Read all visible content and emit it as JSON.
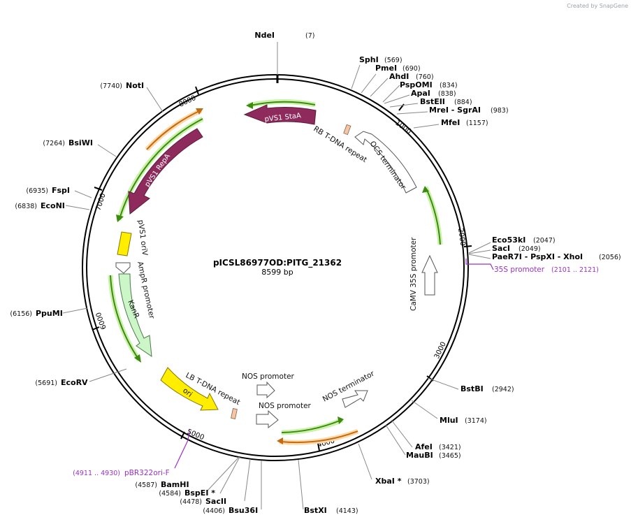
{
  "credit": "Created by SnapGene",
  "plasmid": {
    "name": "pICSL86977OD:PITG_21362",
    "length_label": "8599 bp"
  },
  "ticks": [
    "1000",
    "2000",
    "3000",
    "4000",
    "5000",
    "6000",
    "7000",
    "8000"
  ],
  "sites": [
    {
      "name": "NdeI",
      "pos": "(7)"
    },
    {
      "name": "SphI",
      "pos": "(569)"
    },
    {
      "name": "PmeI",
      "pos": "(690)"
    },
    {
      "name": "AhdI",
      "pos": "(760)"
    },
    {
      "name": "PspOMI",
      "pos": "(834)"
    },
    {
      "name": "ApaI",
      "pos": "(838)"
    },
    {
      "name": "BstEII",
      "pos": "(884)"
    },
    {
      "name": "MreI - SgrAI",
      "pos": "(983)"
    },
    {
      "name": "MfeI",
      "pos": "(1157)"
    },
    {
      "name": "Eco53kI",
      "pos": "(2047)"
    },
    {
      "name": "SacI",
      "pos": "(2049)"
    },
    {
      "name": "PaeR7I - PspXI - XhoI",
      "pos": "(2056)"
    },
    {
      "name": "BstBI",
      "pos": "(2942)"
    },
    {
      "name": "MluI",
      "pos": "(3174)"
    },
    {
      "name": "AfeI",
      "pos": "(3421)"
    },
    {
      "name": "MauBI",
      "pos": "(3465)"
    },
    {
      "name": "XbaI *",
      "pos": "(3703)"
    },
    {
      "name": "BstXI",
      "pos": "(4143)"
    },
    {
      "name": "Bsu36I",
      "pos": "(4406)"
    },
    {
      "name": "SacII",
      "pos": "(4478)"
    },
    {
      "name": "BspEI *",
      "pos": "(4584)"
    },
    {
      "name": "BamHI",
      "pos": "(4587)"
    },
    {
      "name": "EcoRV",
      "pos": "(5691)"
    },
    {
      "name": "PpuMI",
      "pos": "(6156)"
    },
    {
      "name": "EcoNI",
      "pos": "(6838)"
    },
    {
      "name": "FspI",
      "pos": "(6935)"
    },
    {
      "name": "BsiWI",
      "pos": "(7264)"
    },
    {
      "name": "NotI",
      "pos": "(7740)"
    }
  ],
  "features": {
    "pvs1_staa": "pVS1 StaA",
    "rb_tdna": "RB T-DNA repeat",
    "ocs_term": "OCS terminator",
    "camv35s": "CaMV 35S promoter",
    "nos_term": "NOS terminator",
    "nos_prom1": "NOS promoter",
    "nos_prom2": "NOS promoter",
    "lb_tdna": "LB T-DNA repeat",
    "ori": "ori",
    "kanr": "KanR",
    "ampr_prom": "AmpR promoter",
    "pvs1_oriv": "pVS1 oriV",
    "pvs1_repa": "pVS1 RepA"
  },
  "primers": [
    {
      "name": "35S promoter",
      "range": "(2101 .. 2121)"
    },
    {
      "name": "pBR322ori-F",
      "range": "(4911 .. 4930)"
    }
  ],
  "colors": {
    "backbone": "#000000",
    "primer": "#9b30c8",
    "orf_green": "#3d8a10",
    "orf_glow": "#c9f2a8",
    "orange": "#c46a10",
    "repa": "#8e2a5c",
    "ori": "#ffee00",
    "kanr": "#ccf5c8"
  }
}
